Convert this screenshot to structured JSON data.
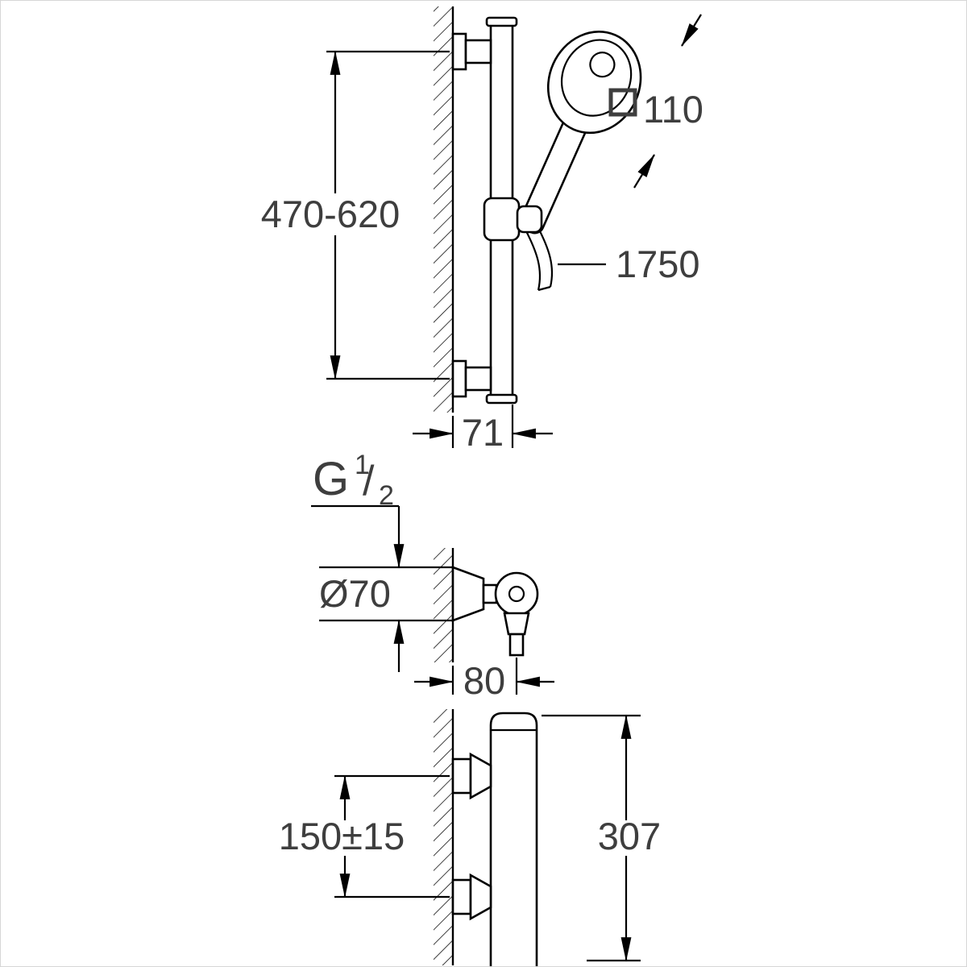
{
  "image": {
    "background": "#ffffff",
    "border_color": "#d6d6d6"
  },
  "drawing": {
    "colors": {
      "line": "#000000",
      "text": "#3e3e3e"
    },
    "shower_rail_view": {
      "rail_height_range_label": "470-620",
      "head_width_label": "110",
      "hose_length_label": "1750",
      "wall_to_rail_label": "71"
    },
    "outlet_view": {
      "thread_letter": "G",
      "thread_numerator": "1",
      "thread_divider": "/",
      "thread_denominator": "2",
      "escutcheon_diameter_label": "Ø70",
      "wall_to_outlet_label": "80"
    },
    "mixer_view": {
      "connection_spacing_label": "150±15",
      "body_height_label": "307"
    }
  }
}
